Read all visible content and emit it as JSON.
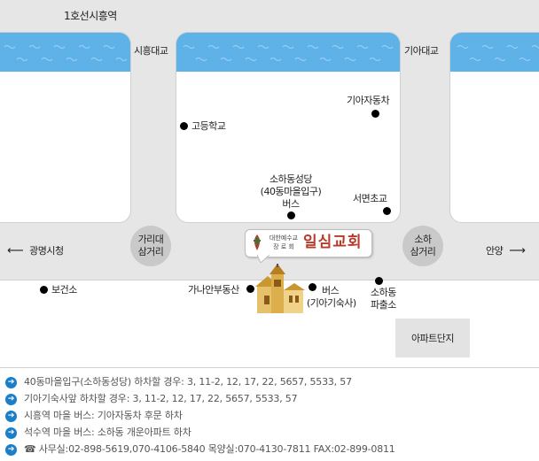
{
  "map": {
    "station_label": "1호선시흥역",
    "bridge_siheung": "시흥대교",
    "bridge_kia": "기아대교",
    "place_godeung_school": "고등학교",
    "place_kia_motors": "기아자동차",
    "place_soha_church_lines": [
      "소하동성당",
      "(40동마을입구)",
      "버스"
    ],
    "place_seomyeon_school": "서면초교",
    "junction_garidae_lines": [
      "가리대",
      "삼거리"
    ],
    "junction_soha_lines": [
      "소하",
      "삼거리"
    ],
    "direction_gwangmyeong": "광명시청",
    "direction_anyang": "안양",
    "arrow_left_glyph": "⟵",
    "arrow_right_glyph": "⟶",
    "place_health_center": "보건소",
    "place_ganaan_realty": "가나안부동산",
    "place_bus_kia_dorm_lines": [
      "버스",
      "(기아기숙사)"
    ],
    "place_soha_police_lines": [
      "소하동",
      "파출소"
    ],
    "place_apartment": "아파트단지",
    "church_name": "일심교회",
    "church_denomination_lines": [
      "대한예수교",
      "장 로 회"
    ],
    "water_color": "#5fb2e8",
    "road_color": "#e6e6e6"
  },
  "info": {
    "lines": [
      "40동마을입구(소하동성당) 하차할 경우: 3, 11-2, 12, 17, 22, 5657, 5533, 57",
      "기아기숙사앞 하차할 경우: 3, 11-2, 12, 17, 22, 5657, 5533, 57",
      "시흥역 마을 버스: 기아자동차 후문 하차",
      "석수역 마을 버스: 소하동 개운아파트 하차",
      "☎ 사무실:02-898-5619,070-4106-5840 목양실:070-4130-7811 FAX:02-899-0811"
    ],
    "bullet_glyph": "➔",
    "accent_color": "#1a7fc8"
  }
}
